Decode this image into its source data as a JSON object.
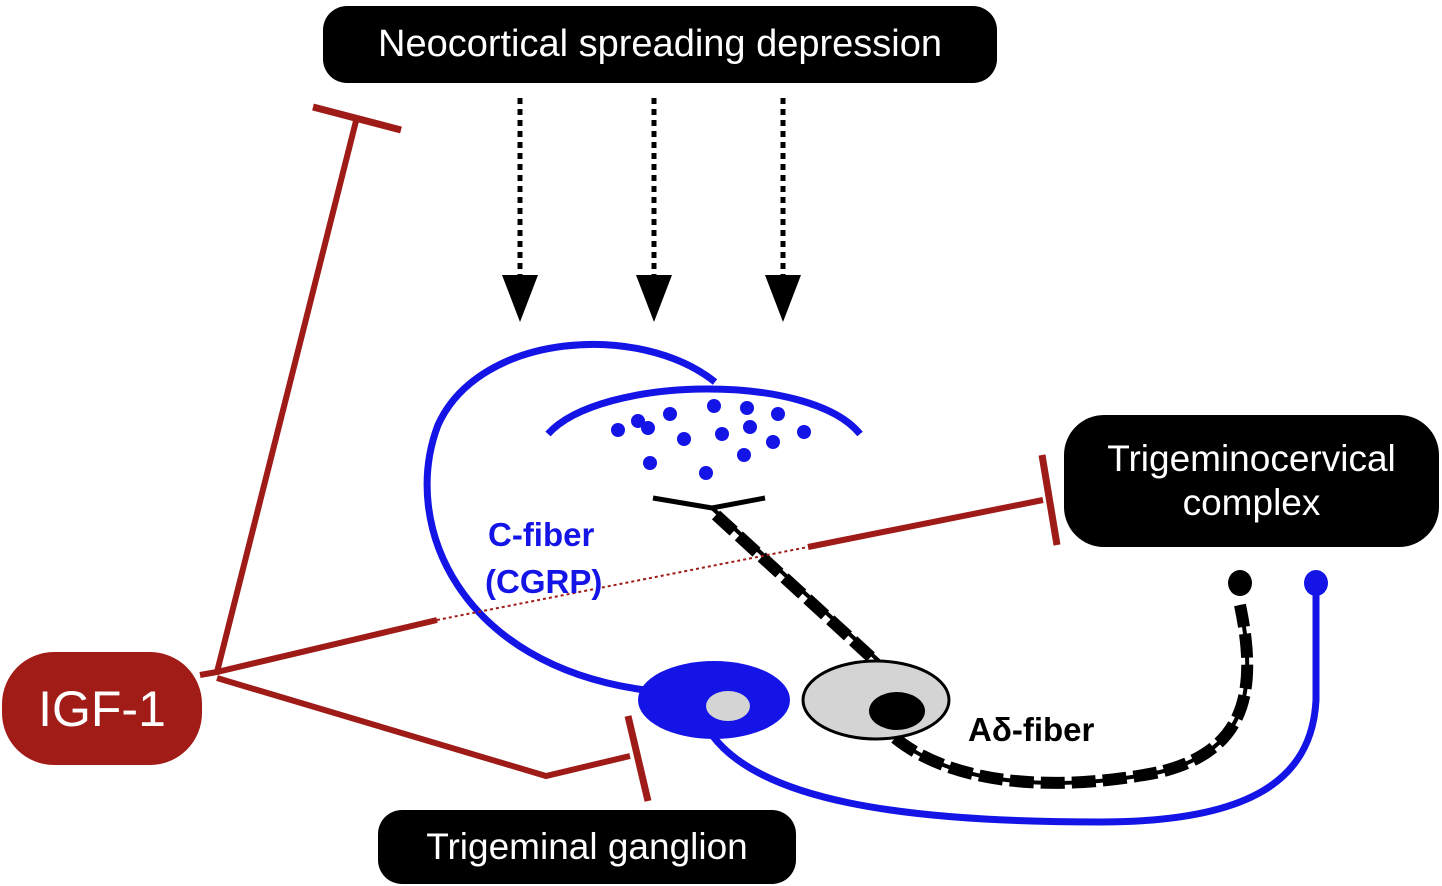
{
  "boxes": {
    "neocortical": "Neocortical spreading depression",
    "trigeminocervical": "Trigeminocervical\ncomplex",
    "ganglion": "Trigeminal ganglion",
    "igf": "IGF-1"
  },
  "labels": {
    "cfiber_line1": "C-fiber",
    "cfiber_line2": "(CGRP)",
    "adelta": "Aδ-fiber"
  },
  "colors": {
    "inhibition": "#9e1b17",
    "cfiber": "#1414e6",
    "adelta": "#000000",
    "box_fill": "#000000",
    "igf_fill": "#a11b17"
  }
}
